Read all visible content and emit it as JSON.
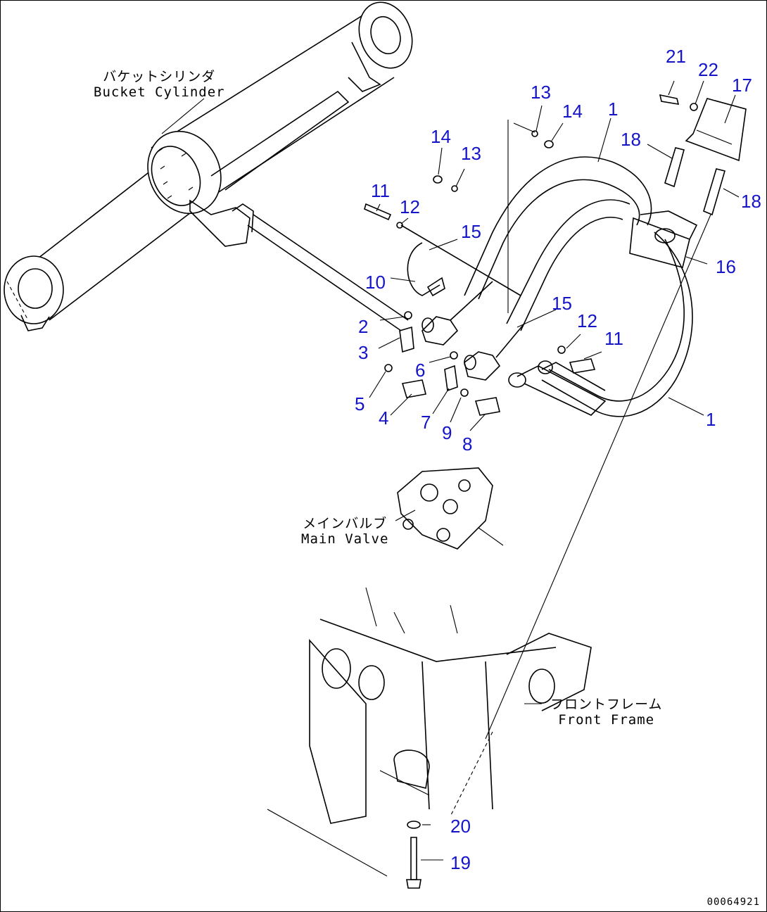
{
  "labels": {
    "bucket_cylinder": {
      "jp": "バケットシリンダ",
      "en": "Bucket Cylinder"
    },
    "main_valve": {
      "jp": "メインバルブ",
      "en": "Main Valve"
    },
    "front_frame": {
      "jp": "フロントフレーム",
      "en": "Front Frame"
    }
  },
  "callouts": [
    {
      "id": "c21",
      "text": "21"
    },
    {
      "id": "c22",
      "text": "22"
    },
    {
      "id": "c17",
      "text": "17"
    },
    {
      "id": "c13a",
      "text": "13"
    },
    {
      "id": "c14a",
      "text": "14"
    },
    {
      "id": "c1a",
      "text": "1"
    },
    {
      "id": "c18a",
      "text": "18"
    },
    {
      "id": "c14b",
      "text": "14"
    },
    {
      "id": "c13b",
      "text": "13"
    },
    {
      "id": "c18b",
      "text": "18"
    },
    {
      "id": "c11a",
      "text": "11"
    },
    {
      "id": "c12a",
      "text": "12"
    },
    {
      "id": "c15a",
      "text": "15"
    },
    {
      "id": "c16",
      "text": "16"
    },
    {
      "id": "c10",
      "text": "10"
    },
    {
      "id": "c15b",
      "text": "15"
    },
    {
      "id": "c12b",
      "text": "12"
    },
    {
      "id": "c2",
      "text": "2"
    },
    {
      "id": "c11b",
      "text": "11"
    },
    {
      "id": "c3",
      "text": "3"
    },
    {
      "id": "c6",
      "text": "6"
    },
    {
      "id": "c1b",
      "text": "1"
    },
    {
      "id": "c5",
      "text": "5"
    },
    {
      "id": "c4",
      "text": "4"
    },
    {
      "id": "c7",
      "text": "7"
    },
    {
      "id": "c9",
      "text": "9"
    },
    {
      "id": "c8",
      "text": "8"
    },
    {
      "id": "c20",
      "text": "20"
    },
    {
      "id": "c19",
      "text": "19"
    }
  ],
  "doc_id": "00064921",
  "colors": {
    "callout": "#1414c8",
    "line": "#000000",
    "background": "#ffffff"
  }
}
